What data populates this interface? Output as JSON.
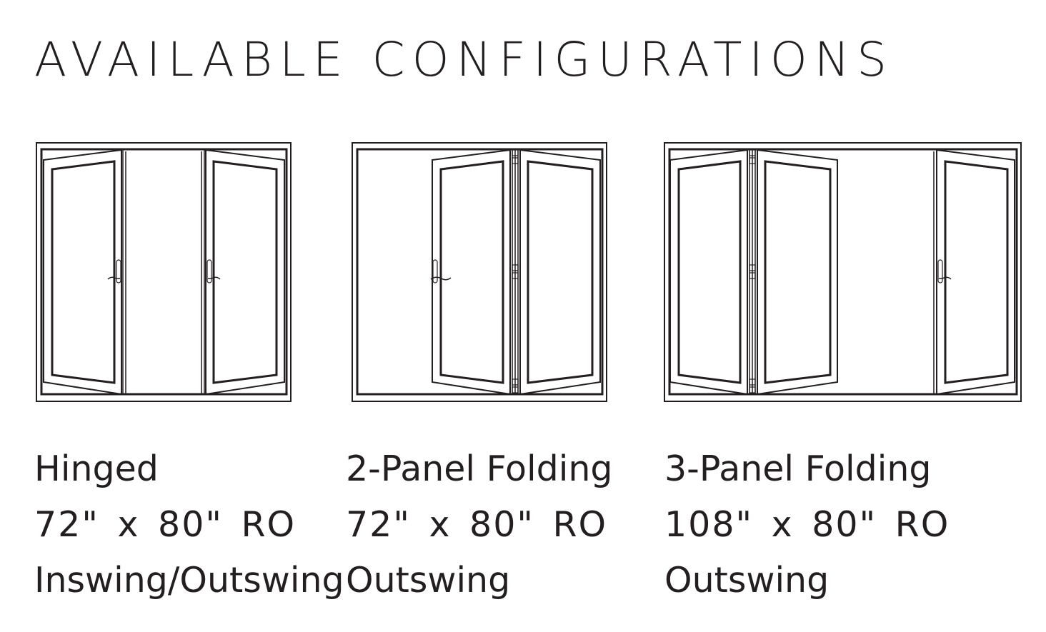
{
  "page": {
    "title": "AVAILABLE CONFIGURATIONS"
  },
  "colors": {
    "ink": "#231f20",
    "background": "#ffffff"
  },
  "configurations": [
    {
      "name": "Hinged",
      "dimensions": "72\" x 80\" RO",
      "swing": "Inswing/Outswing",
      "diagram": "two-panel-hinged-door"
    },
    {
      "name": "2-Panel Folding",
      "dimensions": "72\" x 80\" RO",
      "swing": "Outswing",
      "diagram": "two-panel-folding-door"
    },
    {
      "name": "3-Panel Folding",
      "dimensions": "108\" x 80\" RO",
      "swing": "Outswing",
      "diagram": "three-panel-folding-door"
    }
  ]
}
